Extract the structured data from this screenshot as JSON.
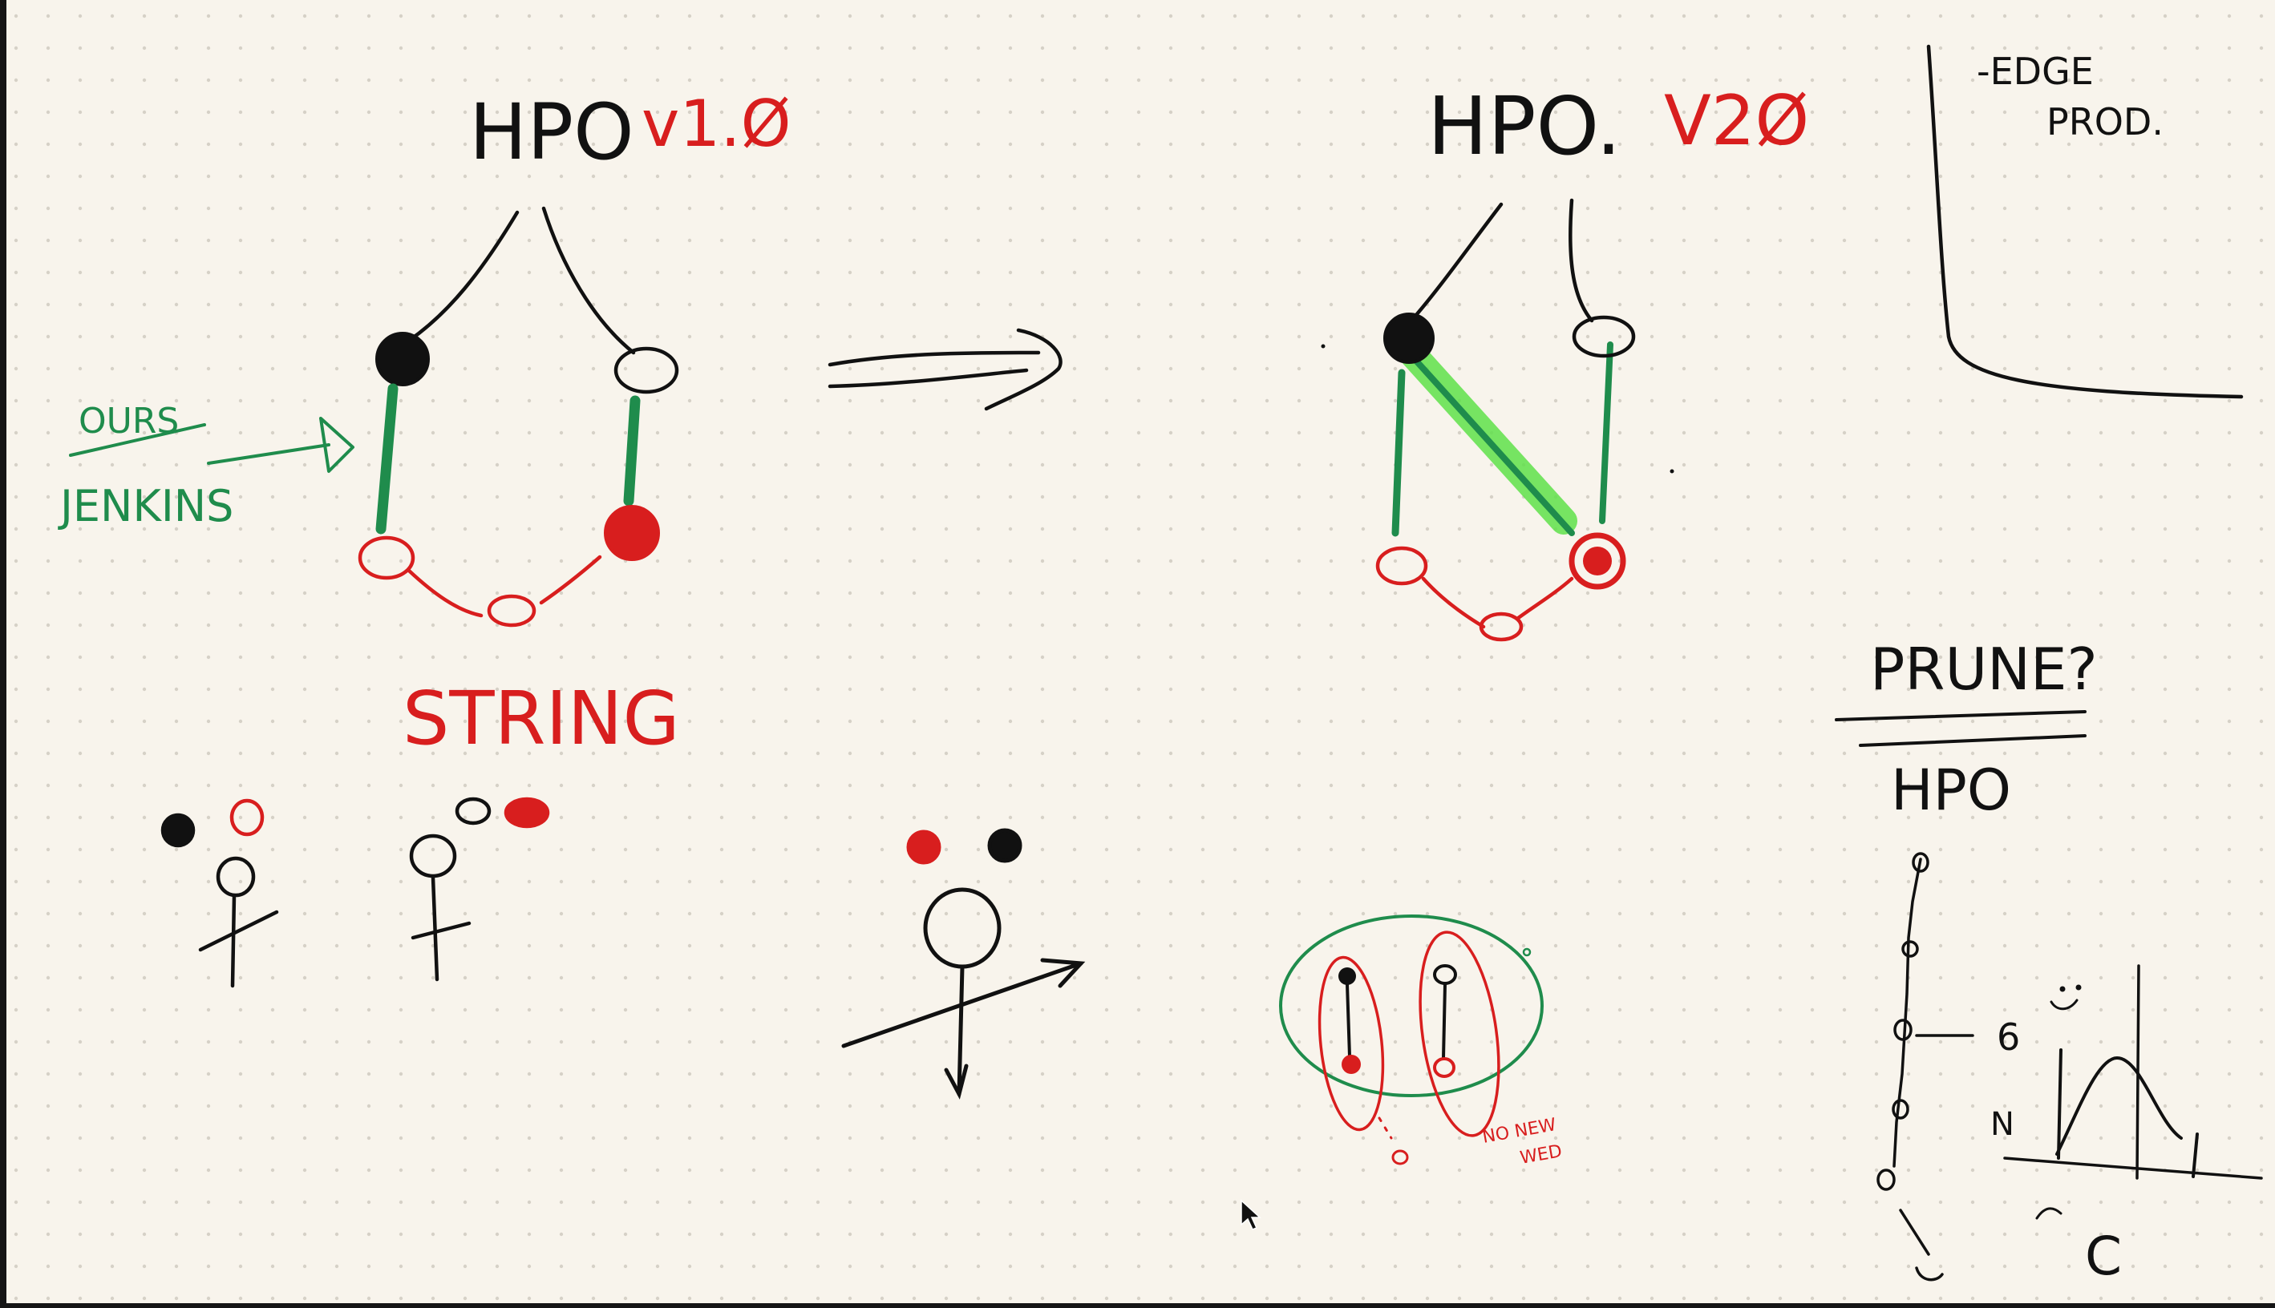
{
  "colors": {
    "paper": "#f8f4ec",
    "dot_grid": "#d6d1c7",
    "ink_black": "#111111",
    "ink_red": "#d81e1e",
    "ink_green": "#1f8c4c",
    "highlight_green": "#5fe04a",
    "frame": "#151515"
  },
  "labels": {
    "title_left_main": "HPO",
    "title_left_version": "v1.Ø",
    "title_right_main": "HPO.",
    "title_right_version": "V2Ø",
    "edge_prod_line1": "-EDGE",
    "edge_prod_line2": "PROD.",
    "ours": "OURS",
    "jenkins": "JENKINS",
    "string": "STRING",
    "prune": "PRUNE?",
    "hpo_lower": "HPO",
    "no_new_line1": "NO NEW",
    "no_new_line2": "WED",
    "tick_6": "6",
    "tick_n": "N",
    "tick_c": "C"
  },
  "icons": {
    "cursor": "mouse-pointer-icon",
    "arrow": "right-arrow-icon"
  }
}
